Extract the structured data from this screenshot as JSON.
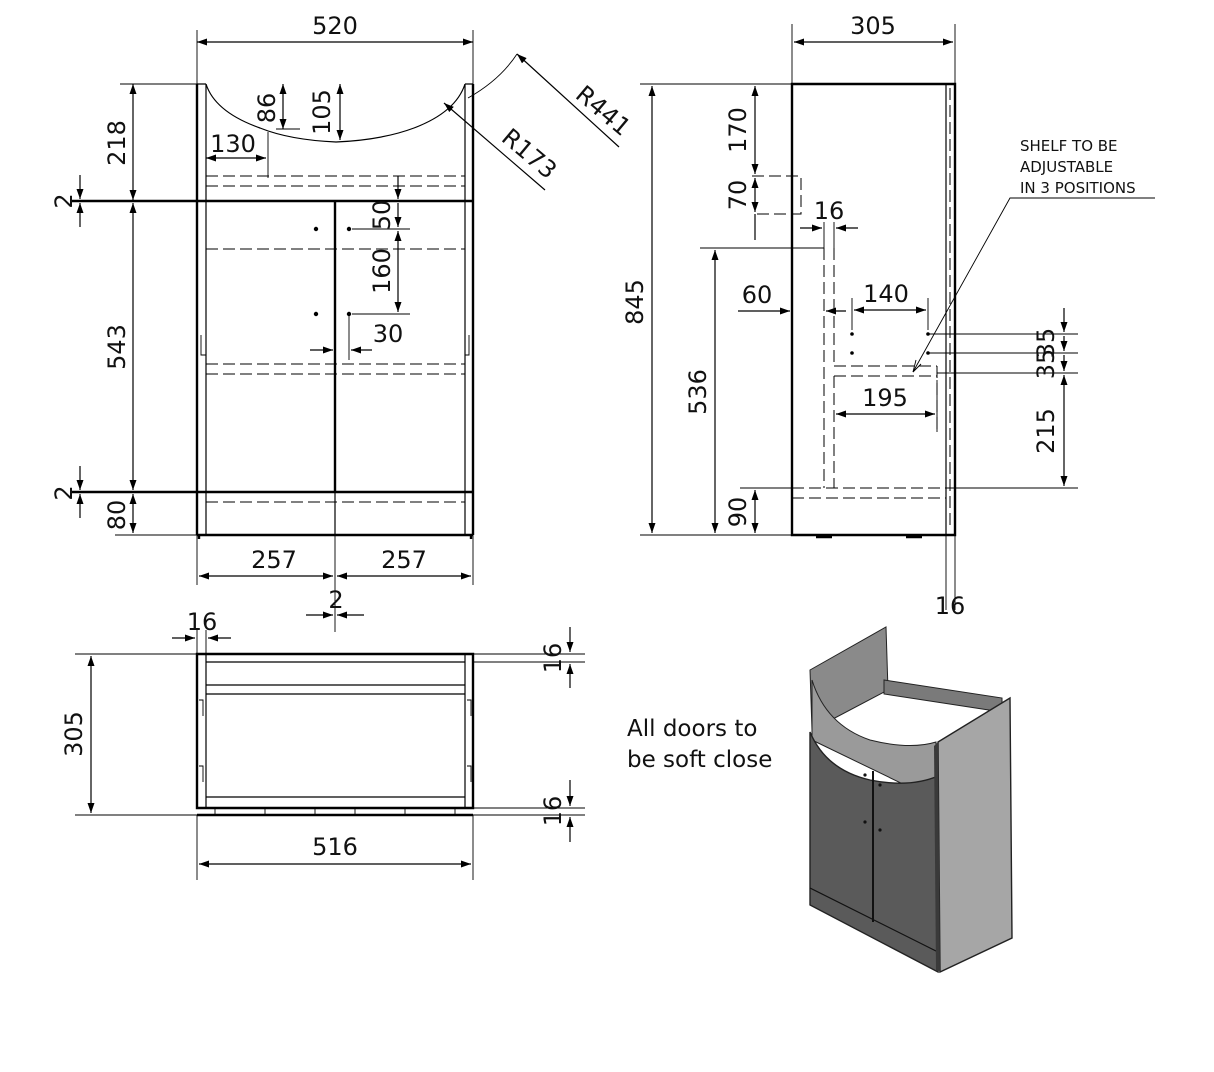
{
  "front_view": {
    "width": "520",
    "height_top": "218",
    "basin_depth_a": "86",
    "basin_depth_b": "105",
    "basin_offset": "130",
    "radius_outer": "R441",
    "radius_inner": "R173",
    "gap_top": "2",
    "door_height": "543",
    "gap_bottom": "2",
    "plinth_height": "80",
    "handle_top": "50",
    "handle_spacing": "160",
    "handle_offset": "30",
    "door_width_left": "257",
    "door_width_right": "257",
    "door_gap": "2"
  },
  "side_view": {
    "depth": "305",
    "total_height": "845",
    "top_rail": "170",
    "rail": "70",
    "panel_thickness": "16",
    "shelf_setback": "60",
    "shelf_hole_span": "140",
    "shelf_pitch_a": "35",
    "shelf_pitch_b": "35",
    "shelf_depth": "195",
    "shelf_height": "215",
    "internal_height": "536",
    "base_height": "90",
    "back_thickness": "16",
    "shelf_note": [
      "SHELF TO BE",
      "ADJUSTABLE",
      "IN 3 POSITIONS"
    ]
  },
  "plan_view": {
    "side_thickness": "16",
    "depth": "305",
    "front_thickness": "16",
    "back_thickness": "16",
    "inner_width": "516"
  },
  "notes": {
    "soft_close": [
      "All doors to",
      "be soft close"
    ]
  },
  "colors": {
    "line": "#000000",
    "unit_side_light": "#a6a6a6",
    "unit_front_dark": "#5a5a5a",
    "unit_top_mid": "#8a8a8a"
  }
}
